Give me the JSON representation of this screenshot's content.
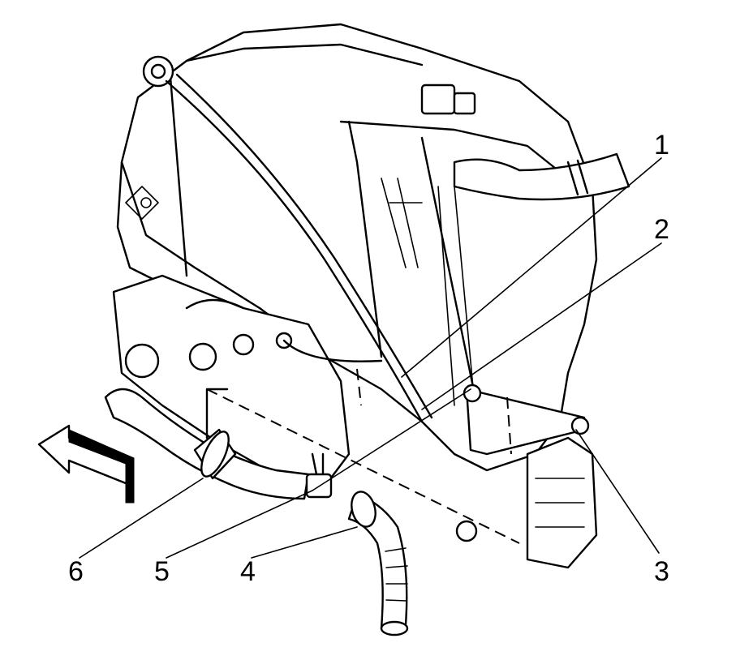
{
  "callouts": [
    {
      "id": "1",
      "label": "1"
    },
    {
      "id": "2",
      "label": "2"
    },
    {
      "id": "3",
      "label": "3"
    },
    {
      "id": "4",
      "label": "4"
    },
    {
      "id": "5",
      "label": "5"
    },
    {
      "id": "6",
      "label": "6"
    }
  ],
  "icons": {
    "direction_arrow": "front-direction-arrow-icon"
  },
  "colors": {
    "line": "#000000",
    "background": "#ffffff"
  }
}
